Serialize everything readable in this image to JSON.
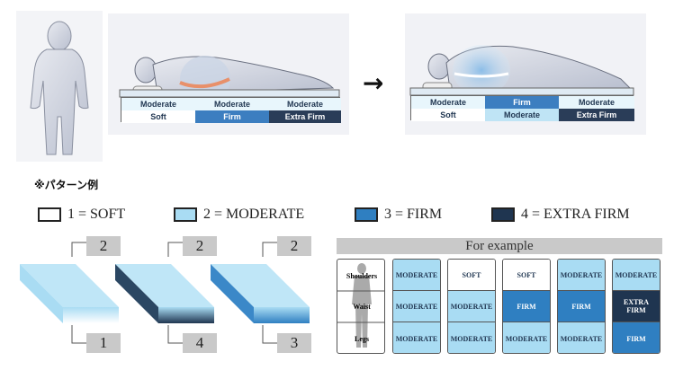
{
  "top_figure": {
    "before_mattress": {
      "top_row": [
        "Moderate",
        "Moderate",
        "Moderate"
      ],
      "bottom_row": [
        "Soft",
        "Firm",
        "Extra Firm"
      ]
    },
    "after_mattress": {
      "top_row": [
        "Moderate",
        "Firm",
        "Moderate"
      ],
      "bottom_row": [
        "Soft",
        "Moderate",
        "Extra Firm"
      ]
    },
    "arrow": "→"
  },
  "heading": "※パターン例",
  "legend": [
    {
      "label": "1 = SOFT",
      "color": "#ffffff"
    },
    {
      "label": "2 = MODERATE",
      "color": "#a9dcf3"
    },
    {
      "label": "3 = FIRM",
      "color": "#2f7fc1"
    },
    {
      "label": "4 = EXTRA FIRM",
      "color": "#1f3550"
    }
  ],
  "blocks": [
    {
      "top": "2",
      "bottom": "1"
    },
    {
      "top": "2",
      "bottom": "4"
    },
    {
      "top": "2",
      "bottom": "3"
    }
  ],
  "example": {
    "title": "For example",
    "row_labels": [
      "Shoulders",
      "Waist",
      "Legs"
    ],
    "columns": [
      [
        "MODERATE",
        "MODERATE",
        "MODERATE"
      ],
      [
        "SOFT",
        "MODERATE",
        "MODERATE"
      ],
      [
        "SOFT",
        "FIRM",
        "MODERATE"
      ],
      [
        "MODERATE",
        "FIRM",
        "MODERATE"
      ],
      [
        "MODERATE",
        "EXTRA FIRM",
        "FIRM"
      ]
    ]
  },
  "colors": {
    "soft": "#ffffff",
    "moderate": "#a9dcf3",
    "firm": "#2f7fc1",
    "extra_firm": "#1f3550",
    "tag_gray": "#c9c9c9"
  }
}
